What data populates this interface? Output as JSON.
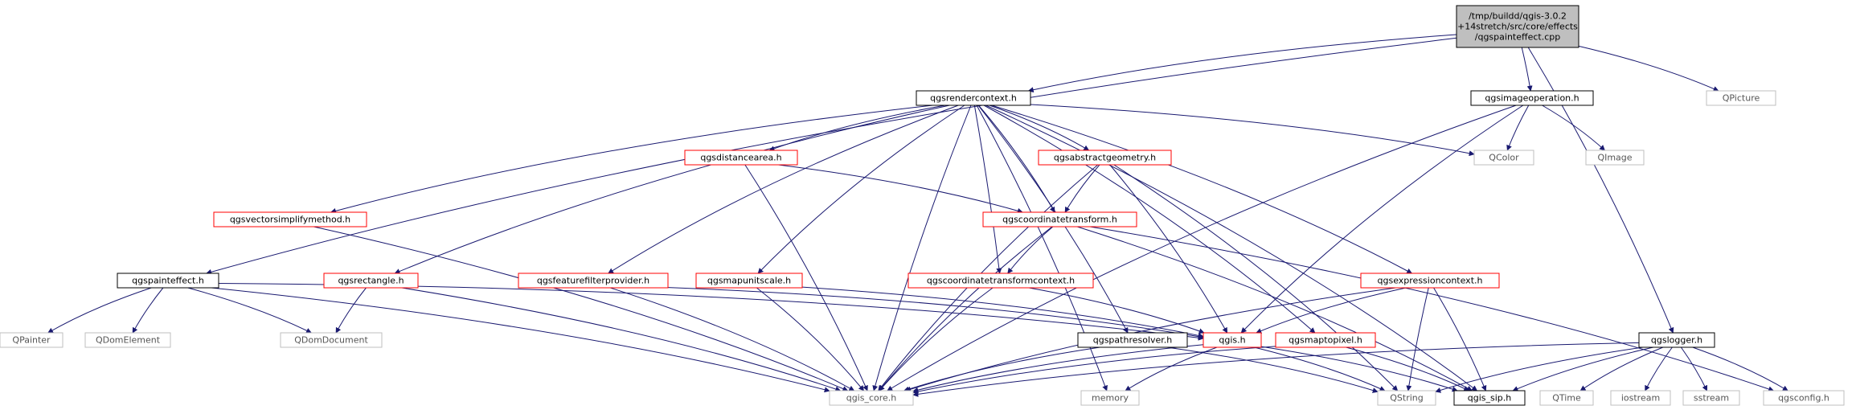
{
  "graph": {
    "root": {
      "lines": [
        "/tmp/buildd/qgis-3.0.2",
        "+14stretch/src/core/effects",
        "/qgspainteffect.cpp"
      ],
      "fill": "#bfbfbf"
    },
    "nodes": [
      {
        "id": "qgsrendercontext",
        "label": "qgsrendercontext.h",
        "style": "black"
      },
      {
        "id": "qgsimageoperation",
        "label": "qgsimageoperation.h",
        "style": "black"
      },
      {
        "id": "qpicture",
        "label": "QPicture",
        "style": "grey"
      },
      {
        "id": "qcolor",
        "label": "QColor",
        "style": "grey"
      },
      {
        "id": "qimage",
        "label": "QImage",
        "style": "grey"
      },
      {
        "id": "qgsdistancearea",
        "label": "qgsdistancearea.h",
        "style": "red"
      },
      {
        "id": "qgsabstractgeometry",
        "label": "qgsabstractgeometry.h",
        "style": "red"
      },
      {
        "id": "qgsvectorsimplifymethod",
        "label": "qgsvectorsimplifymethod.h",
        "style": "red"
      },
      {
        "id": "qgscoordinatetransform",
        "label": "qgscoordinatetransform.h",
        "style": "red"
      },
      {
        "id": "qgspainteffect",
        "label": "qgspainteffect.h",
        "style": "black"
      },
      {
        "id": "qgsrectangle",
        "label": "qgsrectangle.h",
        "style": "red"
      },
      {
        "id": "qgsfeaturefilterprovider",
        "label": "qgsfeaturefilterprovider.h",
        "style": "red"
      },
      {
        "id": "qgsmapunitscale",
        "label": "qgsmapunitscale.h",
        "style": "red"
      },
      {
        "id": "qgscoordinatetransformcontext",
        "label": "qgscoordinatetransformcontext.h",
        "style": "red"
      },
      {
        "id": "qgsexpressioncontext",
        "label": "qgsexpressioncontext.h",
        "style": "red"
      },
      {
        "id": "qgslogger",
        "label": "qgslogger.h",
        "style": "black"
      },
      {
        "id": "qpainter",
        "label": "QPainter",
        "style": "grey"
      },
      {
        "id": "qdomelement",
        "label": "QDomElement",
        "style": "grey"
      },
      {
        "id": "qdomdocument",
        "label": "QDomDocument",
        "style": "grey"
      },
      {
        "id": "qgspathresolver",
        "label": "qgspathresolver.h",
        "style": "black"
      },
      {
        "id": "qgis",
        "label": "qgis.h",
        "style": "red"
      },
      {
        "id": "qgsmaptopixel",
        "label": "qgsmaptopixel.h",
        "style": "red"
      },
      {
        "id": "qgis_core",
        "label": "qgis_core.h",
        "style": "grey"
      },
      {
        "id": "memory",
        "label": "memory",
        "style": "grey"
      },
      {
        "id": "qstring",
        "label": "QString",
        "style": "grey"
      },
      {
        "id": "qgis_sip",
        "label": "qgis_sip.h",
        "style": "black"
      },
      {
        "id": "qtime",
        "label": "QTime",
        "style": "grey"
      },
      {
        "id": "iostream",
        "label": "iostream",
        "style": "grey"
      },
      {
        "id": "sstream",
        "label": "sstream",
        "style": "grey"
      },
      {
        "id": "qgsconfig",
        "label": "qgsconfig.h",
        "style": "grey"
      }
    ],
    "edges": [
      [
        "root",
        "qgsrendercontext"
      ],
      [
        "root",
        "qgsimageoperation"
      ],
      [
        "root",
        "qpicture"
      ],
      [
        "root",
        "qgslogger"
      ],
      [
        "root",
        "qgspainteffect"
      ],
      [
        "qgsrendercontext",
        "qgsdistancearea"
      ],
      [
        "qgsrendercontext",
        "qgsabstractgeometry"
      ],
      [
        "qgsrendercontext",
        "qgsvectorsimplifymethod"
      ],
      [
        "qgsrendercontext",
        "qgsrectangle"
      ],
      [
        "qgsrendercontext",
        "qgsfeaturefilterprovider"
      ],
      [
        "qgsrendercontext",
        "qgsmapunitscale"
      ],
      [
        "qgsrendercontext",
        "qgscoordinatetransform"
      ],
      [
        "qgsrendercontext",
        "qgscoordinatetransformcontext"
      ],
      [
        "qgsrendercontext",
        "qgsexpressioncontext"
      ],
      [
        "qgsrendercontext",
        "qgsmaptopixel"
      ],
      [
        "qgsrendercontext",
        "qgspathresolver"
      ],
      [
        "qgsrendercontext",
        "qcolor"
      ],
      [
        "qgsrendercontext",
        "qgis_core"
      ],
      [
        "qgsrendercontext",
        "memory"
      ],
      [
        "qgsrendercontext",
        "qgis_sip"
      ],
      [
        "qgsimageoperation",
        "qcolor"
      ],
      [
        "qgsimageoperation",
        "qimage"
      ],
      [
        "qgsimageoperation",
        "qgis_core"
      ],
      [
        "qgsimageoperation",
        "qgis"
      ],
      [
        "qgsdistancearea",
        "qgscoordinatetransform"
      ],
      [
        "qgsdistancearea",
        "qgis_core"
      ],
      [
        "qgsabstractgeometry",
        "qgscoordinatetransform"
      ],
      [
        "qgsabstractgeometry",
        "qgis_core"
      ],
      [
        "qgsabstractgeometry",
        "qgis"
      ],
      [
        "qgsabstractgeometry",
        "qstring"
      ],
      [
        "qgsvectorsimplifymethod",
        "qgis_core"
      ],
      [
        "qgscoordinatetransform",
        "qgscoordinatetransformcontext"
      ],
      [
        "qgscoordinatetransform",
        "qgis_core"
      ],
      [
        "qgscoordinatetransform",
        "qgis_sip"
      ],
      [
        "qgscoordinatetransform",
        "qgsconfig"
      ],
      [
        "qgspainteffect",
        "qpainter"
      ],
      [
        "qgspainteffect",
        "qdomelement"
      ],
      [
        "qgspainteffect",
        "qdomdocument"
      ],
      [
        "qgspainteffect",
        "qgis_core"
      ],
      [
        "qgspainteffect",
        "qgis"
      ],
      [
        "qgsrectangle",
        "qdomdocument"
      ],
      [
        "qgsrectangle",
        "qgis_core"
      ],
      [
        "qgsfeaturefilterprovider",
        "qgis_core"
      ],
      [
        "qgsfeaturefilterprovider",
        "qgis"
      ],
      [
        "qgsmapunitscale",
        "qgis_core"
      ],
      [
        "qgsmapunitscale",
        "qgis"
      ],
      [
        "qgscoordinatetransformcontext",
        "qgis_core"
      ],
      [
        "qgscoordinatetransformcontext",
        "qgis"
      ],
      [
        "qgsexpressioncontext",
        "qgis"
      ],
      [
        "qgsexpressioncontext",
        "qgis_core"
      ],
      [
        "qgsexpressioncontext",
        "qstring"
      ],
      [
        "qgsexpressioncontext",
        "qgis_sip"
      ],
      [
        "qgspathresolver",
        "qgis_core"
      ],
      [
        "qgspathresolver",
        "qstring"
      ],
      [
        "qgis",
        "qgis_core"
      ],
      [
        "qgis",
        "memory"
      ],
      [
        "qgis",
        "qstring"
      ],
      [
        "qgis",
        "qgis_sip"
      ],
      [
        "qgsmaptopixel",
        "qgis_core"
      ],
      [
        "qgsmaptopixel",
        "qgis_sip"
      ],
      [
        "qgslogger",
        "qgis_core"
      ],
      [
        "qgslogger",
        "qstring"
      ],
      [
        "qgslogger",
        "qgis_sip"
      ],
      [
        "qgslogger",
        "qtime"
      ],
      [
        "qgslogger",
        "iostream"
      ],
      [
        "qgslogger",
        "sstream"
      ],
      [
        "qgslogger",
        "qgsconfig"
      ]
    ]
  },
  "colors": {
    "edge": "#191970",
    "border_black": "#000000",
    "border_red": "#ff0000",
    "border_grey": "#bfbfbf",
    "text_dark": "#000000",
    "text_grey": "#555555"
  }
}
